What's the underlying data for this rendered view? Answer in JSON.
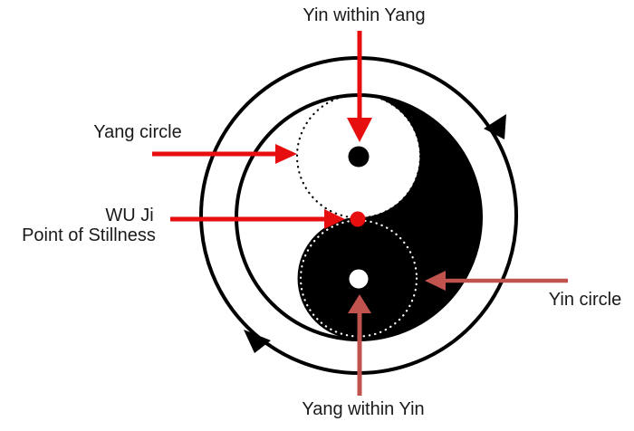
{
  "diagram": {
    "name": "Wu Ji yin-yang diagram",
    "labels": {
      "yin_within_yang": "Yin within Yang",
      "yang_circle": "Yang circle",
      "wu_ji_line1": "WU Ji",
      "wu_ji_line2": "Point of Stillness",
      "yin_circle": "Yin circle",
      "yang_within_yin": "Yang within Yin"
    },
    "colors": {
      "red": "#e60e0e",
      "rose": "#c1534f",
      "black": "#000000",
      "white": "#ffffff"
    }
  }
}
